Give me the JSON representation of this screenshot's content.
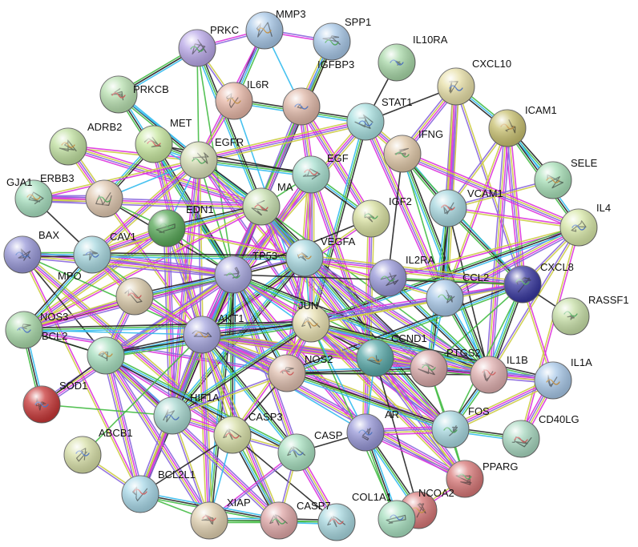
{
  "network": {
    "nodes": [
      {
        "id": "MMP3",
        "label": "MMP3",
        "color": "#a8c8e8"
      },
      {
        "id": "PRKC",
        "label": "PRKC",
        "color": "#b9a8e8"
      },
      {
        "id": "SPP1",
        "label": "SPP1",
        "color": "#a8c8e8"
      },
      {
        "id": "IL10RA",
        "label": "IL10RA",
        "color": "#a8d8a8"
      },
      {
        "id": "CXCL10",
        "label": "CXCL10",
        "color": "#e8e0a8"
      },
      {
        "id": "PRKCB",
        "label": "PRKCB",
        "color": "#b8e0b0"
      },
      {
        "id": "IL6R",
        "label": "IL6R",
        "color": "#e8b8a8"
      },
      {
        "id": "IGFBP3",
        "label": "IGFBP3",
        "color": "#e0b8a8"
      },
      {
        "id": "STAT1",
        "label": "STAT1",
        "color": "#a8e0e0"
      },
      {
        "id": "ICAM1",
        "label": "ICAM1",
        "color": "#c8c070"
      },
      {
        "id": "ADRB2",
        "label": "ADRB2",
        "color": "#c0e0a0"
      },
      {
        "id": "MET",
        "label": "MET",
        "color": "#c8e8a0"
      },
      {
        "id": "EGFR",
        "label": "EGFR",
        "color": "#d8e0b8"
      },
      {
        "id": "IFNG",
        "label": "IFNG",
        "color": "#e0c8a8"
      },
      {
        "id": "EGF",
        "label": "EGF",
        "color": "#a8e0d0"
      },
      {
        "id": "SELE",
        "label": "SELE",
        "color": "#a8e0b8"
      },
      {
        "id": "GJA1",
        "label": "GJA1",
        "color": "#a8e0c0"
      },
      {
        "id": "ERBB3",
        "label": "ERBB3",
        "color": "#e0c8b0"
      },
      {
        "id": "MA",
        "label": "MA",
        "color": "#c8e0b0"
      },
      {
        "id": "VCAM1",
        "label": "VCAM1",
        "color": "#a8d8e0"
      },
      {
        "id": "EDN1",
        "label": "EDN1",
        "color": "#58a858"
      },
      {
        "id": "IGF2",
        "label": "IGF2",
        "color": "#d8e0a0"
      },
      {
        "id": "IL4",
        "label": "IL4",
        "color": "#d8e8a8"
      },
      {
        "id": "BAX",
        "label": "BAX",
        "color": "#9898d8"
      },
      {
        "id": "CAV1",
        "label": "CAV1",
        "color": "#a8d8e0"
      },
      {
        "id": "VEGFA",
        "label": "VEGFA",
        "color": "#a8d8e0"
      },
      {
        "id": "TP53",
        "label": "TP53",
        "color": "#a8a8e0"
      },
      {
        "id": "IL2RA",
        "label": "IL2RA",
        "color": "#9898d8"
      },
      {
        "id": "CXCL8",
        "label": "CXCL8",
        "color": "#3838a0"
      },
      {
        "id": "MPO",
        "label": "MPO",
        "color": "#d8c8a8"
      },
      {
        "id": "CCL2",
        "label": "CCL2",
        "color": "#a8c8e8"
      },
      {
        "id": "RASSF1",
        "label": "RASSF1",
        "color": "#c8e0a8"
      },
      {
        "id": "NOS3",
        "label": "NOS3",
        "color": "#a8d8a8"
      },
      {
        "id": "AKT1",
        "label": "AKT1",
        "color": "#a8a8e0"
      },
      {
        "id": "JUN",
        "label": "JUN",
        "color": "#e8e0b0"
      },
      {
        "id": "BCL2",
        "label": "BCL2",
        "color": "#a8e0c0"
      },
      {
        "id": "CCND1",
        "label": "CCND1",
        "color": "#58a8a8"
      },
      {
        "id": "NOS2",
        "label": "NOS2",
        "color": "#e0c0b0"
      },
      {
        "id": "PTGS2",
        "label": "PTGS2",
        "color": "#d8a8a8"
      },
      {
        "id": "IL1B",
        "label": "IL1B",
        "color": "#e0b0b0"
      },
      {
        "id": "IL1A",
        "label": "IL1A",
        "color": "#a8c8e8"
      },
      {
        "id": "SOD1",
        "label": "SOD1",
        "color": "#c83838"
      },
      {
        "id": "HIF1A",
        "label": "HIF1A",
        "color": "#a8d8d0"
      },
      {
        "id": "FOS",
        "label": "FOS",
        "color": "#a8d8e0"
      },
      {
        "id": "AR",
        "label": "AR",
        "color": "#9898d8"
      },
      {
        "id": "CASP3",
        "label": "CASP3",
        "color": "#d8e0a8"
      },
      {
        "id": "CASP8",
        "label": "CASP",
        "color": "#a8e0c0"
      },
      {
        "id": "CD40LG",
        "label": "CD40LG",
        "color": "#a8d8c0"
      },
      {
        "id": "ABCB1",
        "label": "ABCB1",
        "color": "#d8e0a8"
      },
      {
        "id": "PPARG",
        "label": "PPARG",
        "color": "#d87878"
      },
      {
        "id": "BCL2L1",
        "label": "BCL2L1",
        "color": "#a8d8e8"
      },
      {
        "id": "NCOA2",
        "label": "NCOA2",
        "color": "#d87878"
      },
      {
        "id": "XIAP",
        "label": "XIAP",
        "color": "#e0d0b0"
      },
      {
        "id": "COL1A1",
        "label": "COL1A1",
        "color": "#a8e0c0"
      },
      {
        "id": "CASP7",
        "label": "CASP7",
        "color": "#a8d8e0"
      },
      {
        "id": "CASP9",
        "label": "",
        "color": "#e0a8a8"
      }
    ],
    "edge_colors": [
      "#33bbee",
      "#dd33dd",
      "#222222",
      "#cccc44",
      "#44bb44",
      "#8866dd"
    ],
    "edges": [
      [
        "MMP3",
        "PRKC"
      ],
      [
        "MMP3",
        "SPP1"
      ],
      [
        "MMP3",
        "IL6R"
      ],
      [
        "MMP3",
        "EGFR"
      ],
      [
        "MMP3",
        "IGFBP3"
      ],
      [
        "PRKC",
        "PRKCB"
      ],
      [
        "PRKC",
        "EGFR"
      ],
      [
        "PRKC",
        "MA"
      ],
      [
        "PRKC",
        "IL6R"
      ],
      [
        "PRKC",
        "TP53"
      ],
      [
        "SPP1",
        "IGFBP3"
      ],
      [
        "SPP1",
        "MA"
      ],
      [
        "IL10RA",
        "STAT1"
      ],
      [
        "CXCL10",
        "STAT1"
      ],
      [
        "CXCL10",
        "IFNG"
      ],
      [
        "CXCL10",
        "VCAM1"
      ],
      [
        "CXCL10",
        "CCL2"
      ],
      [
        "CXCL10",
        "ICAM1"
      ],
      [
        "CXCL10",
        "CXCL8"
      ],
      [
        "PRKCB",
        "EGFR"
      ],
      [
        "PRKCB",
        "MA"
      ],
      [
        "PRKCB",
        "TP53"
      ],
      [
        "IL6R",
        "EGFR"
      ],
      [
        "IL6R",
        "STAT1"
      ],
      [
        "IL6R",
        "JUN"
      ],
      [
        "IGFBP3",
        "IGF2"
      ],
      [
        "IGFBP3",
        "TP53"
      ],
      [
        "IGFBP3",
        "EGF"
      ],
      [
        "IGFBP3",
        "AKT1"
      ],
      [
        "STAT1",
        "IFNG"
      ],
      [
        "STAT1",
        "EGFR"
      ],
      [
        "STAT1",
        "JUN"
      ],
      [
        "STAT1",
        "TP53"
      ],
      [
        "STAT1",
        "CCL2"
      ],
      [
        "ICAM1",
        "VCAM1"
      ],
      [
        "ICAM1",
        "SELE"
      ],
      [
        "ICAM1",
        "CXCL8"
      ],
      [
        "ICAM1",
        "IL1B"
      ],
      [
        "ICAM1",
        "CCL2"
      ],
      [
        "ICAM1",
        "IL4"
      ],
      [
        "ADRB2",
        "EGFR"
      ],
      [
        "ADRB2",
        "MA"
      ],
      [
        "ADRB2",
        "ERBB3"
      ],
      [
        "MET",
        "EGFR"
      ],
      [
        "MET",
        "MA"
      ],
      [
        "MET",
        "EGF"
      ],
      [
        "MET",
        "ERBB3"
      ],
      [
        "MET",
        "AKT1"
      ],
      [
        "MET",
        "TP53"
      ],
      [
        "EGFR",
        "EGF"
      ],
      [
        "EGFR",
        "ERBB3"
      ],
      [
        "EGFR",
        "MA"
      ],
      [
        "EGFR",
        "EDN1"
      ],
      [
        "EGFR",
        "TP53"
      ],
      [
        "EGFR",
        "AKT1"
      ],
      [
        "EGFR",
        "JUN"
      ],
      [
        "EGFR",
        "CAV1"
      ],
      [
        "EGFR",
        "GJA1"
      ],
      [
        "EGFR",
        "VEGFA"
      ],
      [
        "EGFR",
        "CCND1"
      ],
      [
        "EGFR",
        "HIF1A"
      ],
      [
        "IFNG",
        "VCAM1"
      ],
      [
        "IFNG",
        "IL4"
      ],
      [
        "IFNG",
        "CXCL8"
      ],
      [
        "IFNG",
        "IL2RA"
      ],
      [
        "IFNG",
        "CCL2"
      ],
      [
        "IFNG",
        "IL1B"
      ],
      [
        "EGF",
        "MA"
      ],
      [
        "EGF",
        "VEGFA"
      ],
      [
        "EGF",
        "JUN"
      ],
      [
        "EGF",
        "AKT1"
      ],
      [
        "EGF",
        "CCND1"
      ],
      [
        "EGF",
        "IGF2"
      ],
      [
        "SELE",
        "VCAM1"
      ],
      [
        "GJA1",
        "ERBB3"
      ],
      [
        "GJA1",
        "MA"
      ],
      [
        "GJA1",
        "CAV1"
      ],
      [
        "ERBB3",
        "EDN1"
      ],
      [
        "ERBB3",
        "AKT1"
      ],
      [
        "ERBB3",
        "TP53"
      ],
      [
        "MA",
        "EDN1"
      ],
      [
        "MA",
        "TP53"
      ],
      [
        "MA",
        "AKT1"
      ],
      [
        "MA",
        "VEGFA"
      ],
      [
        "MA",
        "JUN"
      ],
      [
        "MA",
        "CCND1"
      ],
      [
        "MA",
        "CAV1"
      ],
      [
        "MA",
        "NOS3"
      ],
      [
        "MA",
        "FOS"
      ],
      [
        "MA",
        "IL1B"
      ],
      [
        "MA",
        "PTGS2"
      ],
      [
        "VCAM1",
        "CXCL8"
      ],
      [
        "VCAM1",
        "IL4"
      ],
      [
        "VCAM1",
        "CCL2"
      ],
      [
        "VCAM1",
        "IL1B"
      ],
      [
        "VCAM1",
        "PTGS2"
      ],
      [
        "EDN1",
        "NOS3"
      ],
      [
        "EDN1",
        "TP53"
      ],
      [
        "EDN1",
        "AKT1"
      ],
      [
        "EDN1",
        "VEGFA"
      ],
      [
        "EDN1",
        "CAV1"
      ],
      [
        "EDN1",
        "HIF1A"
      ],
      [
        "IGF2",
        "TP53"
      ],
      [
        "IGF2",
        "AKT1"
      ],
      [
        "IGF2",
        "AR"
      ],
      [
        "IL4",
        "CXCL8"
      ],
      [
        "IL4",
        "CCL2"
      ],
      [
        "IL4",
        "IL1B"
      ],
      [
        "IL4",
        "IL2RA"
      ],
      [
        "IL4",
        "CD40LG"
      ],
      [
        "IL4",
        "JUN"
      ],
      [
        "BAX",
        "TP53"
      ],
      [
        "BAX",
        "BCL2"
      ],
      [
        "BAX",
        "AKT1"
      ],
      [
        "BAX",
        "CASP3"
      ],
      [
        "BAX",
        "BCL2L1"
      ],
      [
        "BAX",
        "CAV1"
      ],
      [
        "CAV1",
        "NOS3"
      ],
      [
        "CAV1",
        "TP53"
      ],
      [
        "CAV1",
        "AKT1"
      ],
      [
        "CAV1",
        "VEGFA"
      ],
      [
        "CAV1",
        "MPO"
      ],
      [
        "VEGFA",
        "TP53"
      ],
      [
        "VEGFA",
        "AKT1"
      ],
      [
        "VEGFA",
        "HIF1A"
      ],
      [
        "VEGFA",
        "JUN"
      ],
      [
        "VEGFA",
        "NOS3"
      ],
      [
        "VEGFA",
        "CXCL8"
      ],
      [
        "VEGFA",
        "IL1B"
      ],
      [
        "VEGFA",
        "PTGS2"
      ],
      [
        "VEGFA",
        "CCL2"
      ],
      [
        "VEGFA",
        "NOS2"
      ],
      [
        "TP53",
        "AKT1"
      ],
      [
        "TP53",
        "JUN"
      ],
      [
        "TP53",
        "BCL2"
      ],
      [
        "TP53",
        "CCND1"
      ],
      [
        "TP53",
        "HIF1A"
      ],
      [
        "TP53",
        "CASP3"
      ],
      [
        "TP53",
        "NOS3"
      ],
      [
        "TP53",
        "MPO"
      ],
      [
        "TP53",
        "BCL2L1"
      ],
      [
        "TP53",
        "XIAP"
      ],
      [
        "TP53",
        "CASP8"
      ],
      [
        "TP53",
        "AR"
      ],
      [
        "TP53",
        "CXCL8"
      ],
      [
        "TP53",
        "IL1B"
      ],
      [
        "TP53",
        "PTGS2"
      ],
      [
        "TP53",
        "FOS"
      ],
      [
        "TP53",
        "NOS2"
      ],
      [
        "TP53",
        "SOD1"
      ],
      [
        "IL2RA",
        "CXCL8"
      ],
      [
        "IL2RA",
        "CCL2"
      ],
      [
        "IL2RA",
        "IL1B"
      ],
      [
        "CXCL8",
        "CCL2"
      ],
      [
        "CXCL8",
        "IL1B"
      ],
      [
        "CXCL8",
        "PTGS2"
      ],
      [
        "CXCL8",
        "IL1A"
      ],
      [
        "CXCL8",
        "JUN"
      ],
      [
        "CXCL8",
        "AKT1"
      ],
      [
        "CXCL8",
        "FOS"
      ],
      [
        "CXCL8",
        "NOS2"
      ],
      [
        "MPO",
        "AKT1"
      ],
      [
        "MPO",
        "NOS3"
      ],
      [
        "MPO",
        "BCL2"
      ],
      [
        "CCL2",
        "IL1B"
      ],
      [
        "CCL2",
        "PTGS2"
      ],
      [
        "CCL2",
        "JUN"
      ],
      [
        "RASSF1",
        "CXCL8"
      ],
      [
        "NOS3",
        "AKT1"
      ],
      [
        "NOS3",
        "BCL2"
      ],
      [
        "NOS3",
        "JUN"
      ],
      [
        "NOS3",
        "NOS2"
      ],
      [
        "NOS3",
        "SOD1"
      ],
      [
        "AKT1",
        "JUN"
      ],
      [
        "AKT1",
        "BCL2"
      ],
      [
        "AKT1",
        "CCND1"
      ],
      [
        "AKT1",
        "HIF1A"
      ],
      [
        "AKT1",
        "CASP3"
      ],
      [
        "AKT1",
        "BCL2L1"
      ],
      [
        "AKT1",
        "XIAP"
      ],
      [
        "AKT1",
        "CASP9"
      ],
      [
        "AKT1",
        "CASP8"
      ],
      [
        "AKT1",
        "AR"
      ],
      [
        "AKT1",
        "PTGS2"
      ],
      [
        "AKT1",
        "FOS"
      ],
      [
        "AKT1",
        "NOS2"
      ],
      [
        "AKT1",
        "PPARG"
      ],
      [
        "AKT1",
        "IL1B"
      ],
      [
        "JUN",
        "CCND1"
      ],
      [
        "JUN",
        "FOS"
      ],
      [
        "JUN",
        "PTGS2"
      ],
      [
        "JUN",
        "IL1B"
      ],
      [
        "JUN",
        "AR"
      ],
      [
        "JUN",
        "NOS2"
      ],
      [
        "JUN",
        "BCL2"
      ],
      [
        "JUN",
        "HIF1A"
      ],
      [
        "JUN",
        "CASP3"
      ],
      [
        "JUN",
        "COL1A1"
      ],
      [
        "JUN",
        "PPARG"
      ],
      [
        "JUN",
        "IL1A"
      ],
      [
        "BCL2",
        "CASP3"
      ],
      [
        "BCL2",
        "BCL2L1"
      ],
      [
        "BCL2",
        "XIAP"
      ],
      [
        "BCL2",
        "HIF1A"
      ],
      [
        "BCL2",
        "CASP9"
      ],
      [
        "BCL2",
        "CASP8"
      ],
      [
        "BCL2",
        "NOS3"
      ],
      [
        "BCL2",
        "SOD1"
      ],
      [
        "CCND1",
        "FOS"
      ],
      [
        "CCND1",
        "AR"
      ],
      [
        "CCND1",
        "PTGS2"
      ],
      [
        "CCND1",
        "NCOA2"
      ],
      [
        "CCND1",
        "PPARG"
      ],
      [
        "NOS2",
        "PTGS2"
      ],
      [
        "NOS2",
        "IL1B"
      ],
      [
        "NOS2",
        "CASP3"
      ],
      [
        "NOS2",
        "HIF1A"
      ],
      [
        "NOS2",
        "FOS"
      ],
      [
        "PTGS2",
        "IL1B"
      ],
      [
        "PTGS2",
        "FOS"
      ],
      [
        "PTGS2",
        "PPARG"
      ],
      [
        "PTGS2",
        "IL1A"
      ],
      [
        "IL1B",
        "IL1A"
      ],
      [
        "IL1B",
        "FOS"
      ],
      [
        "IL1A",
        "CD40LG"
      ],
      [
        "IL1A",
        "FOS"
      ],
      [
        "SOD1",
        "HIF1A"
      ],
      [
        "HIF1A",
        "CASP3"
      ],
      [
        "HIF1A",
        "BCL2L1"
      ],
      [
        "HIF1A",
        "XIAP"
      ],
      [
        "FOS",
        "AR"
      ],
      [
        "FOS",
        "PPARG"
      ],
      [
        "FOS",
        "CD40LG"
      ],
      [
        "AR",
        "NCOA2"
      ],
      [
        "AR",
        "CASP8"
      ],
      [
        "AR",
        "PPARG"
      ],
      [
        "AR",
        "COL1A1"
      ],
      [
        "CASP3",
        "CASP8"
      ],
      [
        "CASP3",
        "CASP9"
      ],
      [
        "CASP3",
        "XIAP"
      ],
      [
        "CASP3",
        "BCL2L1"
      ],
      [
        "CASP3",
        "CASP7"
      ],
      [
        "CASP8",
        "CASP7"
      ],
      [
        "CASP8",
        "CASP9"
      ],
      [
        "CASP8",
        "XIAP"
      ],
      [
        "ABCB1",
        "BCL2L1"
      ],
      [
        "ABCB1",
        "AKT1"
      ],
      [
        "PPARG",
        "NCOA2"
      ],
      [
        "BCL2L1",
        "XIAP"
      ],
      [
        "BCL2L1",
        "CASP9"
      ],
      [
        "XIAP",
        "CASP9"
      ],
      [
        "XIAP",
        "CASP7"
      ],
      [
        "CASP9",
        "CASP7"
      ],
      [
        "COL1A1",
        "NCOA2"
      ]
    ]
  }
}
